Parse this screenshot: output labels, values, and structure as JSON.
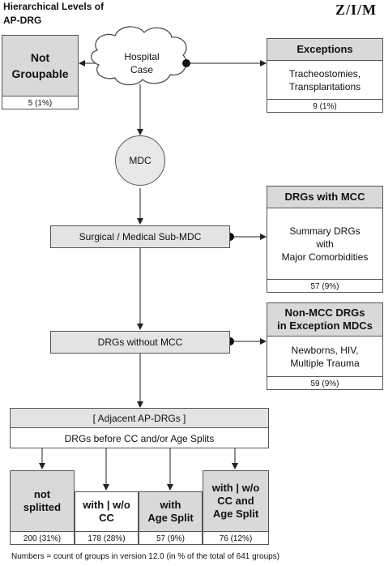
{
  "title": {
    "line1": "Hierarchical Levels of",
    "line2": "AP-DRG"
  },
  "logo": "Z/I/M",
  "cloud_label": {
    "line1": "Hospital",
    "line2": "Case"
  },
  "not_groupable": {
    "line1": "Not",
    "line2": "Groupable",
    "count": "5 (1%)"
  },
  "exceptions": {
    "header": "Exceptions",
    "line1": "Tracheostomies,",
    "line2": "Transplantations",
    "count": "9 (1%)"
  },
  "mdc": "MDC",
  "sub_mdc": "Surgical / Medical Sub-MDC",
  "drgs_mcc": {
    "header": "DRGs with MCC",
    "line1": "Summary DRGs",
    "line2": "with",
    "line3": "Major Comorbidities",
    "count": "57 (9%)"
  },
  "drgs_without_mcc": "DRGs without MCC",
  "non_mcc": {
    "header1": "Non-MCC DRGs",
    "header2": "in Exception MDCs",
    "line1": "Newborns, HIV,",
    "line2": "Multiple Trauma",
    "count": "59 (9%)"
  },
  "adjacent": {
    "header": "[ Adjacent AP-DRGs ]",
    "body": "DRGs before CC and/or Age Splits"
  },
  "splits": [
    {
      "line1": "not",
      "line2": "splitted",
      "line3": "",
      "count": "200 (31%)"
    },
    {
      "line1": "with | w/o",
      "line2": "CC",
      "line3": "",
      "count": "178 (28%)"
    },
    {
      "line1": "with",
      "line2": "Age Split",
      "line3": "",
      "count": "57 (9%)"
    },
    {
      "line1": "with | w/o",
      "line2": "CC and",
      "line3": "Age Split",
      "count": "76 (12%)"
    }
  ],
  "footnote": "Numbers = count of groups in version 12.0 (in % of the total of 641 groups)"
}
